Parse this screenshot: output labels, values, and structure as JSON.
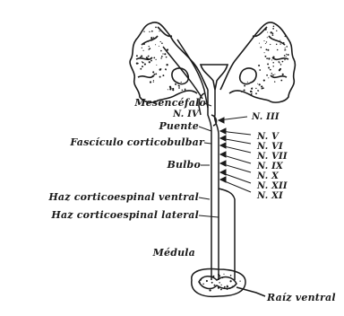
{
  "labels_left": {
    "mesencefalo": "Mesencéfalo",
    "n_iv": "N. IV",
    "puente": "Puente",
    "fasciculo": "Fascículo corticobulbar",
    "bulbo": "Bulbo",
    "haz_ventral": "Haz corticoespinal ventral",
    "haz_lateral": "Haz corticoespinal lateral",
    "medula": "Médula"
  },
  "labels_right": {
    "n_iii": "N. III",
    "n_v": "N. V",
    "n_vi": "N. VI",
    "n_vii": "N. VII",
    "n_ix": "N. IX",
    "n_x": "N. X",
    "n_xii": "N. XII",
    "n_xi": "N. XI",
    "raiz_ventral": "Raíz ventral"
  },
  "colors": {
    "ink": "#1a1a1a",
    "paper": "#ffffff"
  }
}
